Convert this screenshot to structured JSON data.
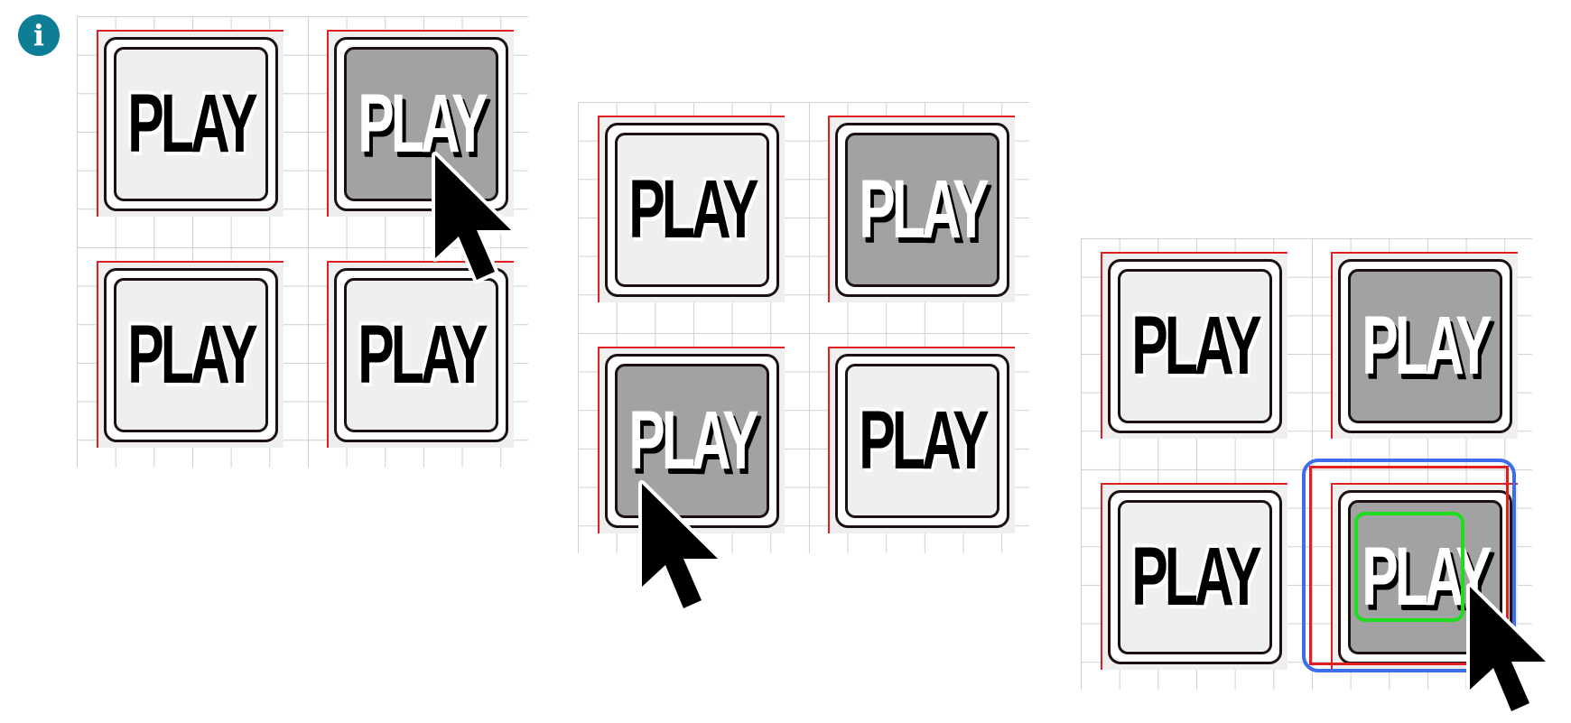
{
  "icons": {
    "info": "info-icon",
    "info_glyph": "i",
    "cursor": "arrow-cursor-icon"
  },
  "colors": {
    "info_badge": "#0e7e96",
    "tile_normal": "#efefef",
    "tile_pressed": "#a2a2a2",
    "selection_outer": "#3b6ee8",
    "selection_frame": "#e02020",
    "hit_area": "#1edd1e"
  },
  "panels": [
    {
      "name": "panel-1",
      "buttons": [
        {
          "label": "PLAY",
          "state": "normal"
        },
        {
          "label": "PLAY",
          "state": "pressed"
        },
        {
          "label": "PLAY",
          "state": "normal"
        },
        {
          "label": "PLAY",
          "state": "normal"
        }
      ]
    },
    {
      "name": "panel-2",
      "buttons": [
        {
          "label": "PLAY",
          "state": "normal"
        },
        {
          "label": "PLAY",
          "state": "pressed"
        },
        {
          "label": "PLAY",
          "state": "pressed"
        },
        {
          "label": "PLAY",
          "state": "normal"
        }
      ]
    },
    {
      "name": "panel-3",
      "buttons": [
        {
          "label": "PLAY",
          "state": "normal"
        },
        {
          "label": "PLAY",
          "state": "pressed"
        },
        {
          "label": "PLAY",
          "state": "normal"
        },
        {
          "label": "PLAY",
          "state": "pressed",
          "selected": true
        }
      ]
    }
  ]
}
